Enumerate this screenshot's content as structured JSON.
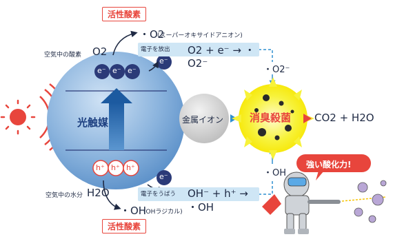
{
  "labels": {
    "active_oxygen_top": "活性酸素",
    "active_oxygen_bottom": "活性酸素",
    "superoxide_species": "・O2",
    "superoxide_note": "(スーパーオキサイドアニオン)",
    "air_oxygen": "空気中の酸素",
    "air_oxygen_formula": "O2",
    "electron_release": "電子を放出",
    "electron_release_eq": "O2 + e⁻ → ・O2⁻",
    "photocatalyst": "光触媒",
    "metal_ion": "金属イオン",
    "deodorize": "消臭殺菌",
    "product": "CO2 + H2O",
    "superoxide_ion": "・O2⁻",
    "hydroxyl": "・OH",
    "air_water": "空気中の水分",
    "air_water_formula": "H2O",
    "electron_capture": "電子をうばう",
    "electron_capture_eq": "OH⁻ + h⁺ → ・OH",
    "hydroxyl_radical": "・OH",
    "hydroxyl_note": "(OHラジカル)",
    "strong_oxidation": "強い酸化力!"
  },
  "electrons": [
    "e⁻",
    "e⁻",
    "e⁻",
    "e⁻"
  ],
  "holes": [
    "h⁺",
    "h⁺",
    "h⁺"
  ],
  "extra_electron": "e⁻",
  "colors": {
    "accent_red": "#e8453c",
    "band_blue": "#cfe6f5",
    "arrow_blue": "#2f6fb3",
    "electron_navy": "#2b3a78",
    "sphere_blue": "#8ab3dd",
    "glow_yellow": "#f7f23a",
    "sun_red": "#e8453c"
  },
  "icons": [
    "sun-icon",
    "robot-hero-icon",
    "germ-icon"
  ]
}
